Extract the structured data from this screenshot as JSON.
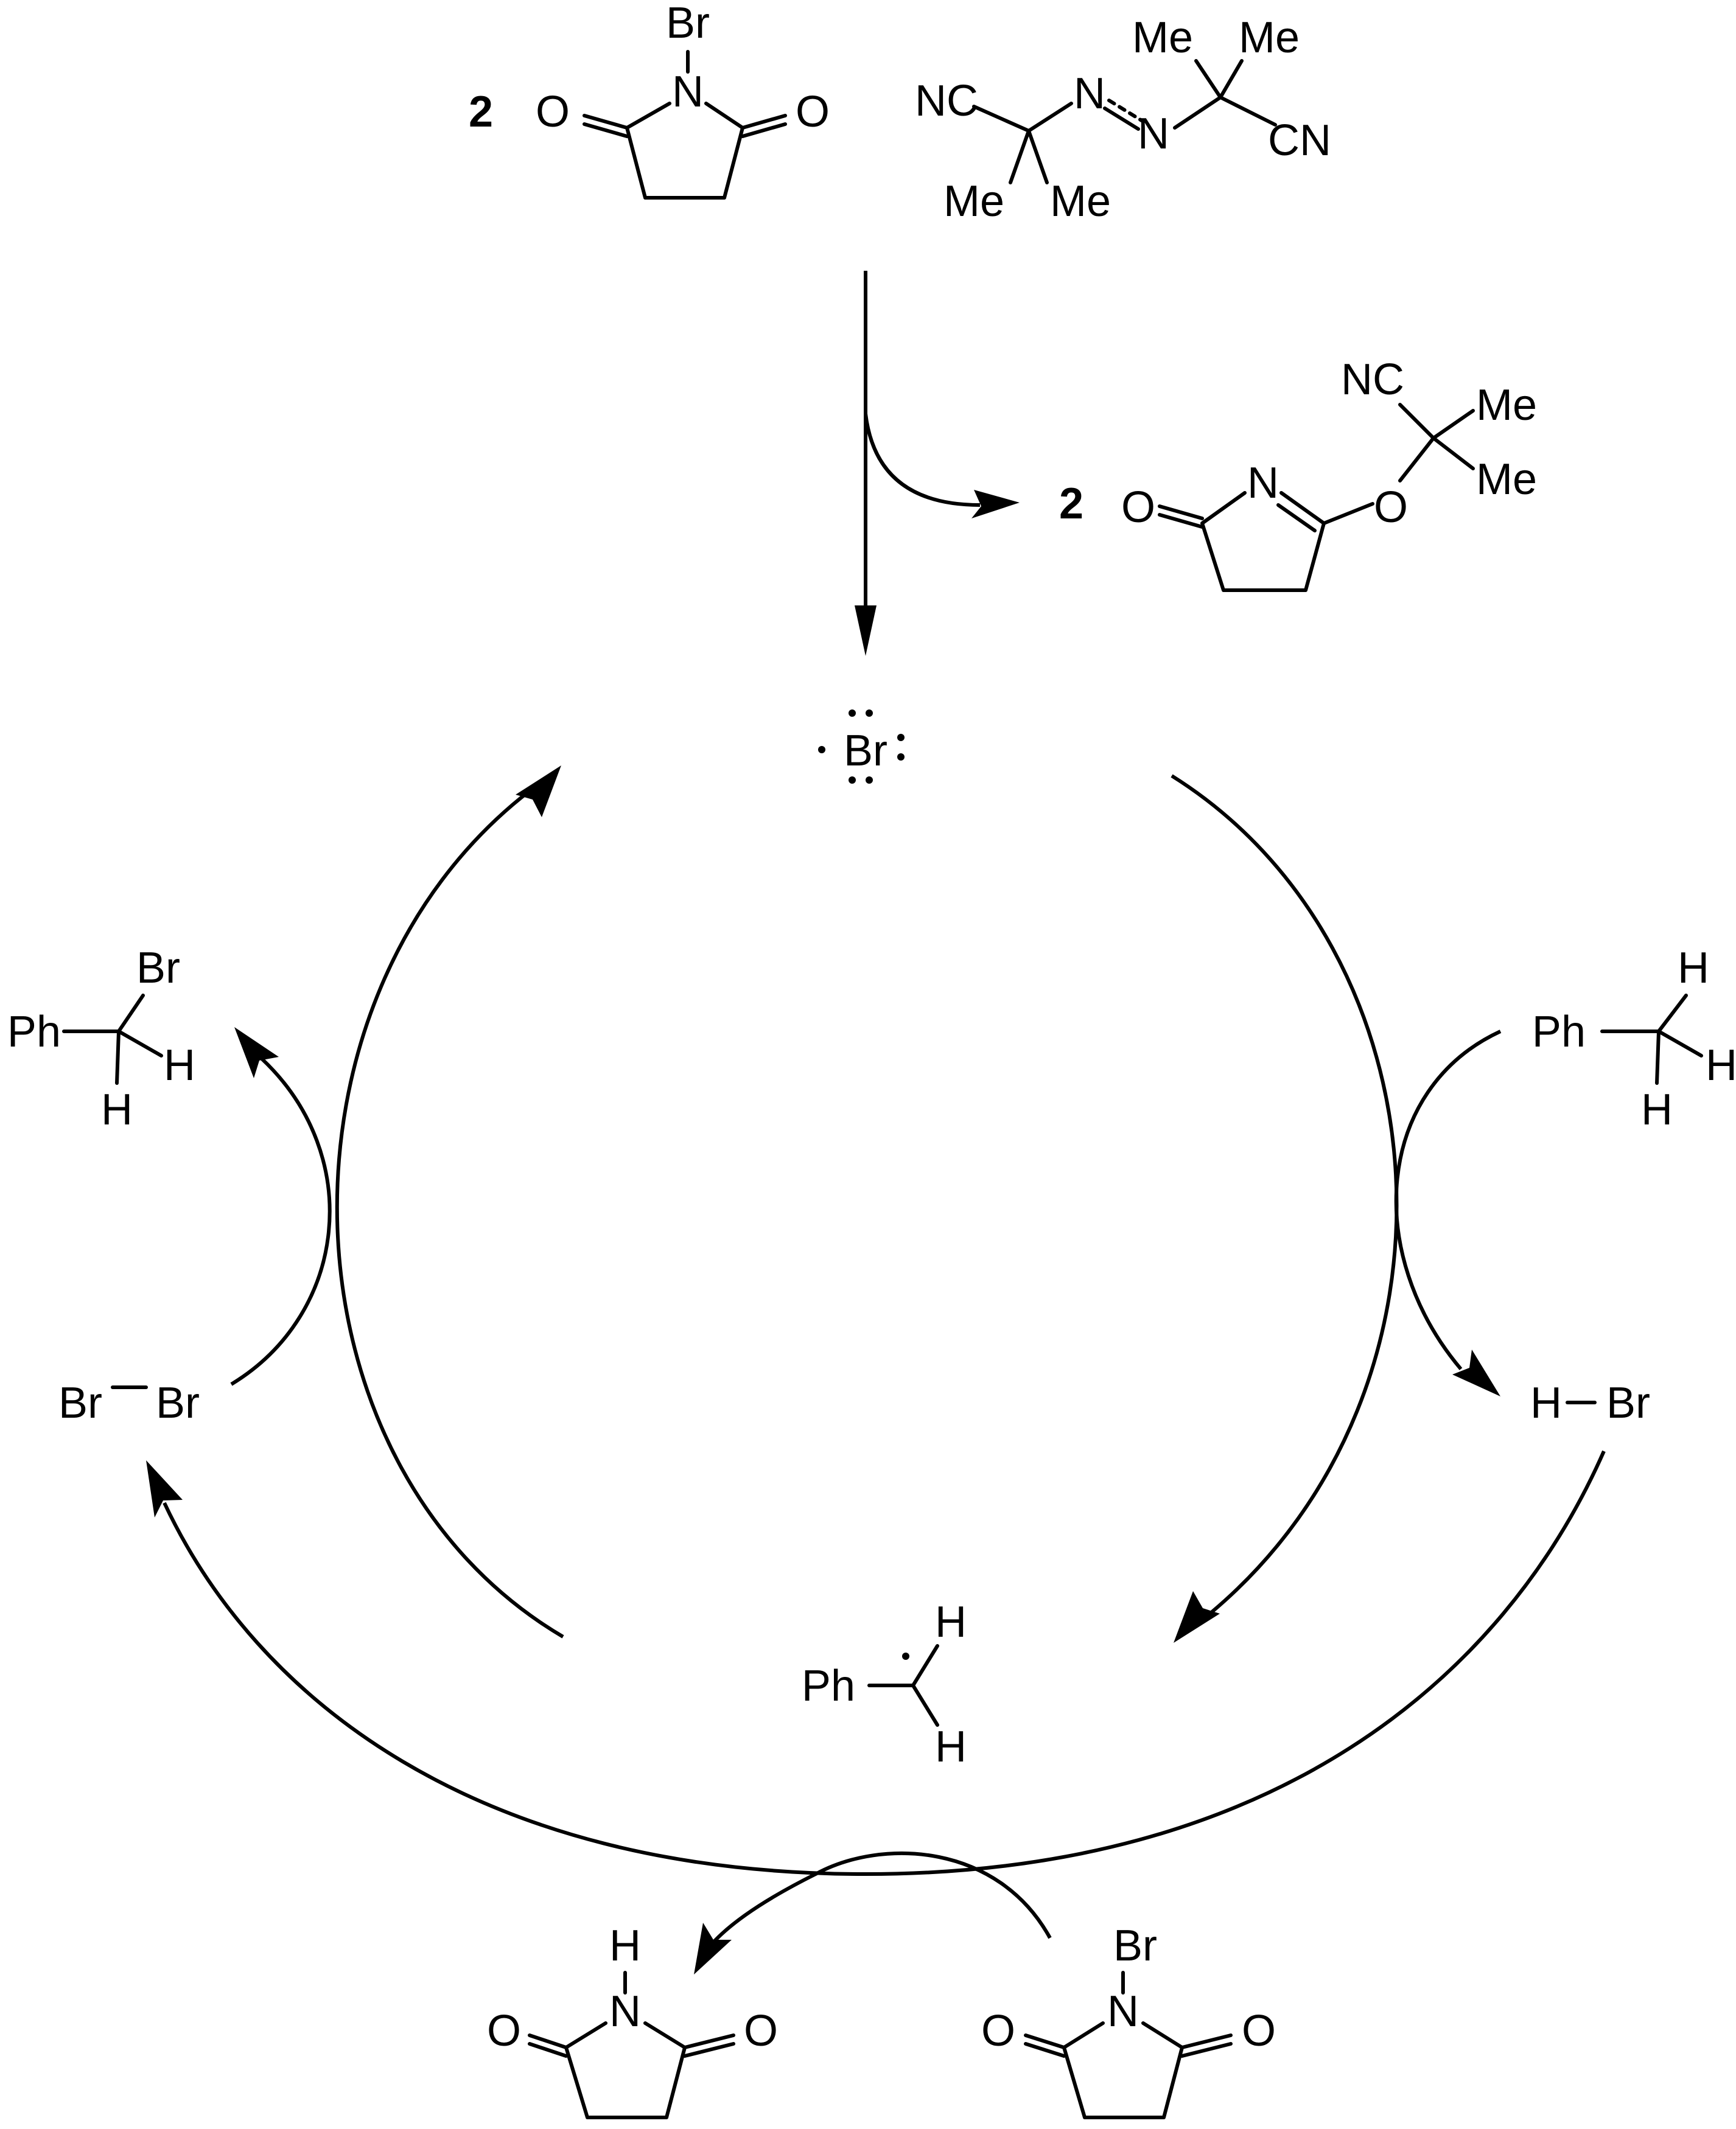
{
  "reagents": {
    "nbs_coefficient": "2",
    "nbs_br": "Br",
    "nbs_n": "N",
    "nbs_o_left": "O",
    "nbs_o_right": "O",
    "aibn_nc_left": "NC",
    "aibn_n1": "N",
    "aibn_n2": "N",
    "aibn_cn_right": "CN",
    "aibn_me_top_left": "Me",
    "aibn_me_top_right": "Me",
    "aibn_me_bottom_left": "Me",
    "aibn_me_bottom_right": "Me"
  },
  "byproduct": {
    "coefficient": "2",
    "o": "O",
    "n": "N",
    "o_ether": "O",
    "nc": "NC",
    "me1": "Me",
    "me2": "Me"
  },
  "bromine_radical": {
    "label": "Br"
  },
  "toluene": {
    "ph": "Ph",
    "h_top": "H",
    "h_right": "H",
    "h_bottom": "H"
  },
  "hbr": {
    "h": "H",
    "br": "Br"
  },
  "benzyl_radical": {
    "ph": "Ph",
    "h_top": "H",
    "h_bottom": "H"
  },
  "bromine": {
    "br_left": "Br",
    "br_right": "Br"
  },
  "benzyl_bromide": {
    "ph": "Ph",
    "br": "Br",
    "h_right": "H",
    "h_bottom": "H"
  },
  "succinimide": {
    "h": "H",
    "n": "N",
    "o_left": "O",
    "o_right": "O"
  },
  "nbs_regen": {
    "br": "Br",
    "n": "N",
    "o_left": "O",
    "o_right": "O"
  }
}
